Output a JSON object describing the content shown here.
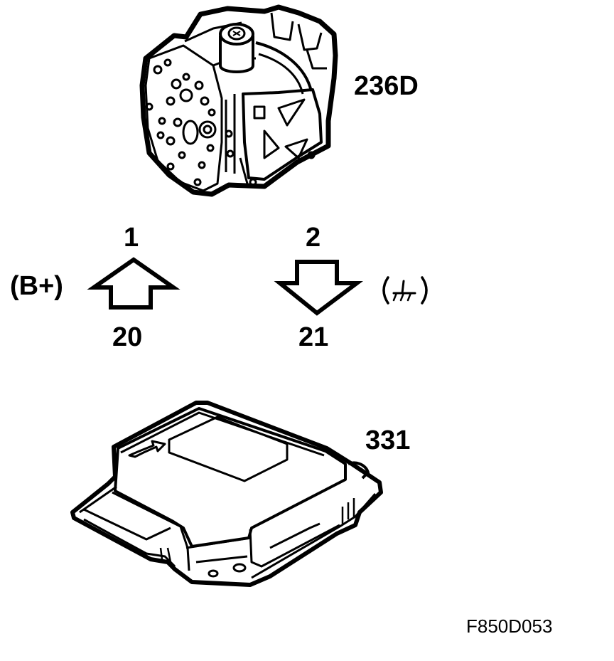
{
  "components": [
    {
      "id": "sensor",
      "label": "236D",
      "kind": "sensor-module"
    },
    {
      "id": "control_unit",
      "label": "331",
      "kind": "control-unit"
    }
  ],
  "connections": [
    {
      "direction": "up",
      "pin_top": "1",
      "pin_bottom": "20",
      "signal": "(B+)"
    },
    {
      "direction": "down",
      "pin_top": "2",
      "pin_bottom": "21",
      "signal": "ground-symbol"
    }
  ],
  "figure_code": "F850D053",
  "colors": {
    "ink": "#000000",
    "background": "#ffffff"
  }
}
